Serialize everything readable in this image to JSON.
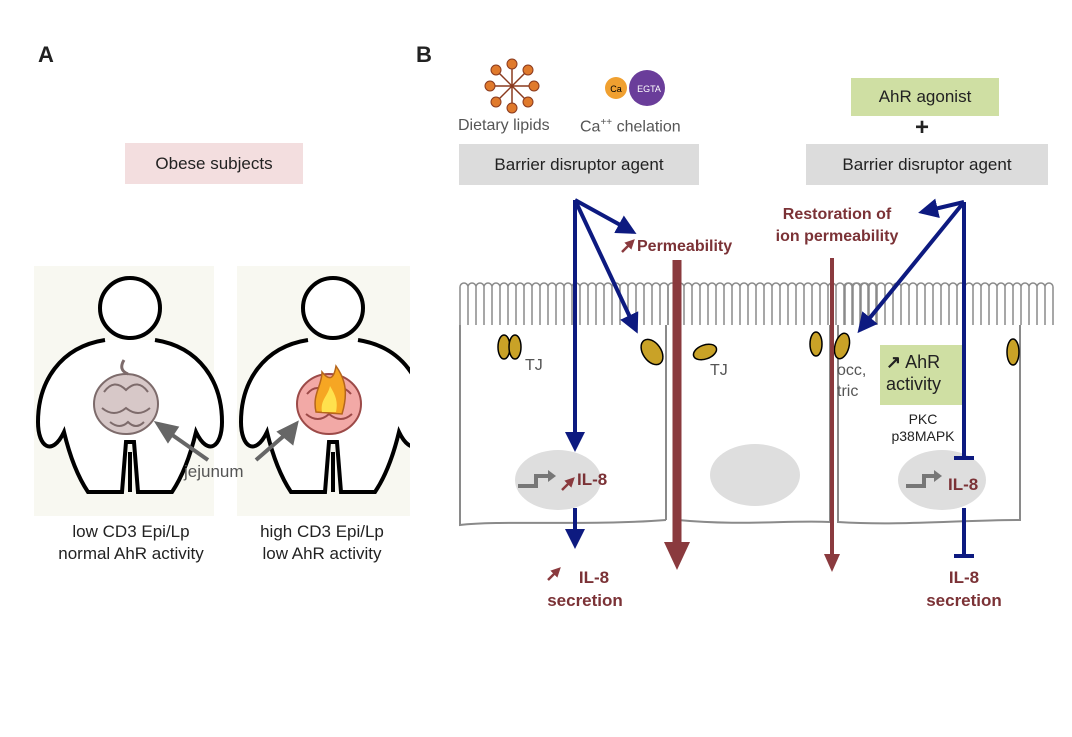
{
  "panel_a": {
    "letter": "A",
    "header": "Obese subjects",
    "jejunum_label": "jejunum",
    "left_caption": [
      "low CD3 Epi/Lp",
      "normal AhR activity"
    ],
    "right_caption": [
      "high CD3 Epi/Lp",
      "low AhR activity"
    ]
  },
  "panel_b": {
    "letter": "B",
    "dietary_lipids": "Dietary lipids",
    "ca_chelation": "Ca",
    "ca_superscript": "++",
    "ca_chelation_suffix": " chelation",
    "ca_icon_text": "Ca",
    "egta_icon_text": "EGTA",
    "barrier_left": "Barrier disruptor agent",
    "barrier_right": "Barrier disruptor agent",
    "ahr_agonist": "AhR agonist",
    "plus": "+",
    "permeability": "Permeability",
    "restoration": [
      "Restoration of",
      "ion permeability"
    ],
    "tj_1": "TJ",
    "tj_2": "TJ",
    "occ_tric": [
      "occ,",
      "tric"
    ],
    "ahr_activity": [
      "AhR",
      "activity"
    ],
    "kinases": [
      "PKC",
      "p38MAPK"
    ],
    "il8_left": "IL-8",
    "il8_right": "IL-8",
    "secretion_left": [
      "IL-8",
      "secretion"
    ],
    "secretion_right": [
      "IL-8",
      "secretion"
    ]
  },
  "colors": {
    "navy": "#0d1a80",
    "brown": "#8a3a3e",
    "tj_gold": "#c9a227",
    "nucleus": "#dedede",
    "membrane": "#8a8a8a"
  }
}
